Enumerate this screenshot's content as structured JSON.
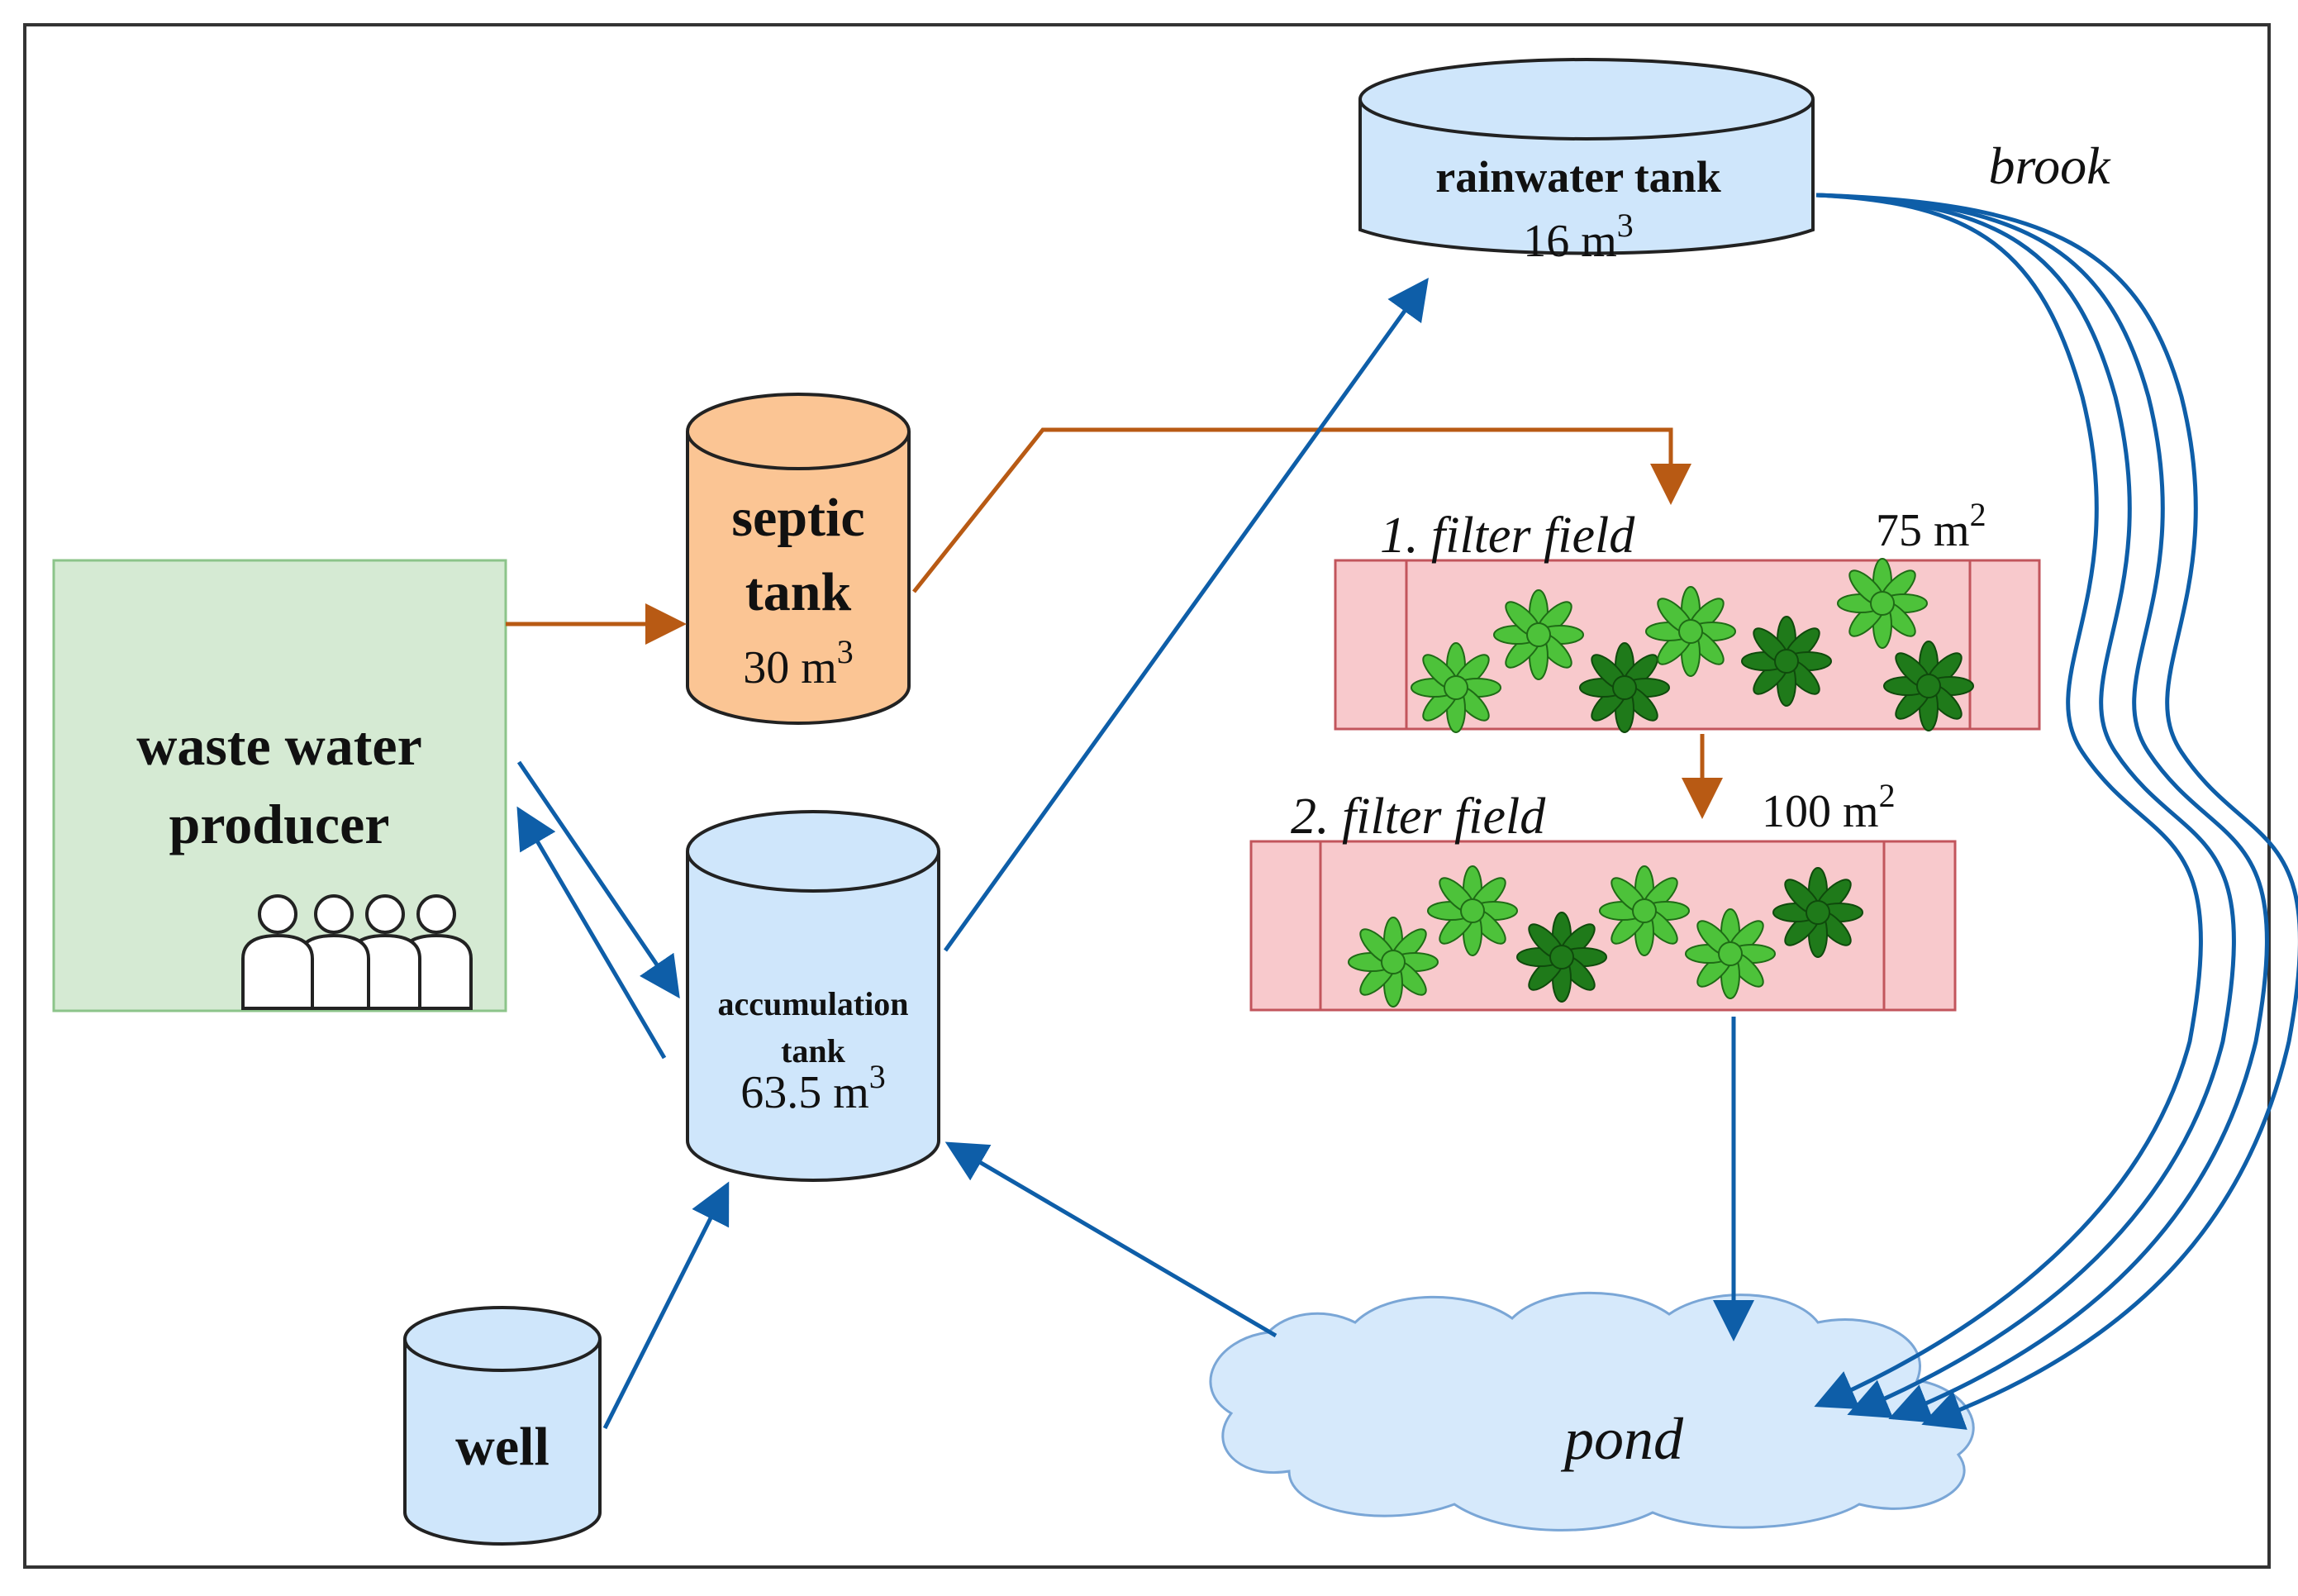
{
  "nodes": {
    "producer": {
      "line1": "waste water",
      "line2": "producer"
    },
    "septic": {
      "line1": "septic",
      "line2": "tank",
      "volume": "30 m",
      "exp": "3"
    },
    "accumulation": {
      "line1": "accumulation",
      "line2": "tank",
      "volume": "63.5 m",
      "exp": "3"
    },
    "well": {
      "label": "well"
    },
    "rainwater": {
      "label": "rainwater tank",
      "volume": "16 m",
      "exp": "3"
    },
    "filter1": {
      "label": "1. filter field",
      "area": "75 m",
      "exp": "2"
    },
    "filter2": {
      "label": "2. filter field",
      "area": "100 m",
      "exp": "2"
    },
    "pond": {
      "label": "pond"
    },
    "brook": {
      "label": "brook"
    }
  },
  "colors": {
    "producer_fill": "#d5ead3",
    "producer_stroke": "#8cc48a",
    "septic_fill": "#fbc594",
    "water_fill": "#cfe6fb",
    "filter_fill": "#f8c9cc",
    "filter_stroke": "#c2555c",
    "brown_flow": "#b85a14",
    "blue_flow": "#0e5ea8",
    "plant_light": "#4dc23a",
    "plant_dark": "#1f7a1a"
  }
}
